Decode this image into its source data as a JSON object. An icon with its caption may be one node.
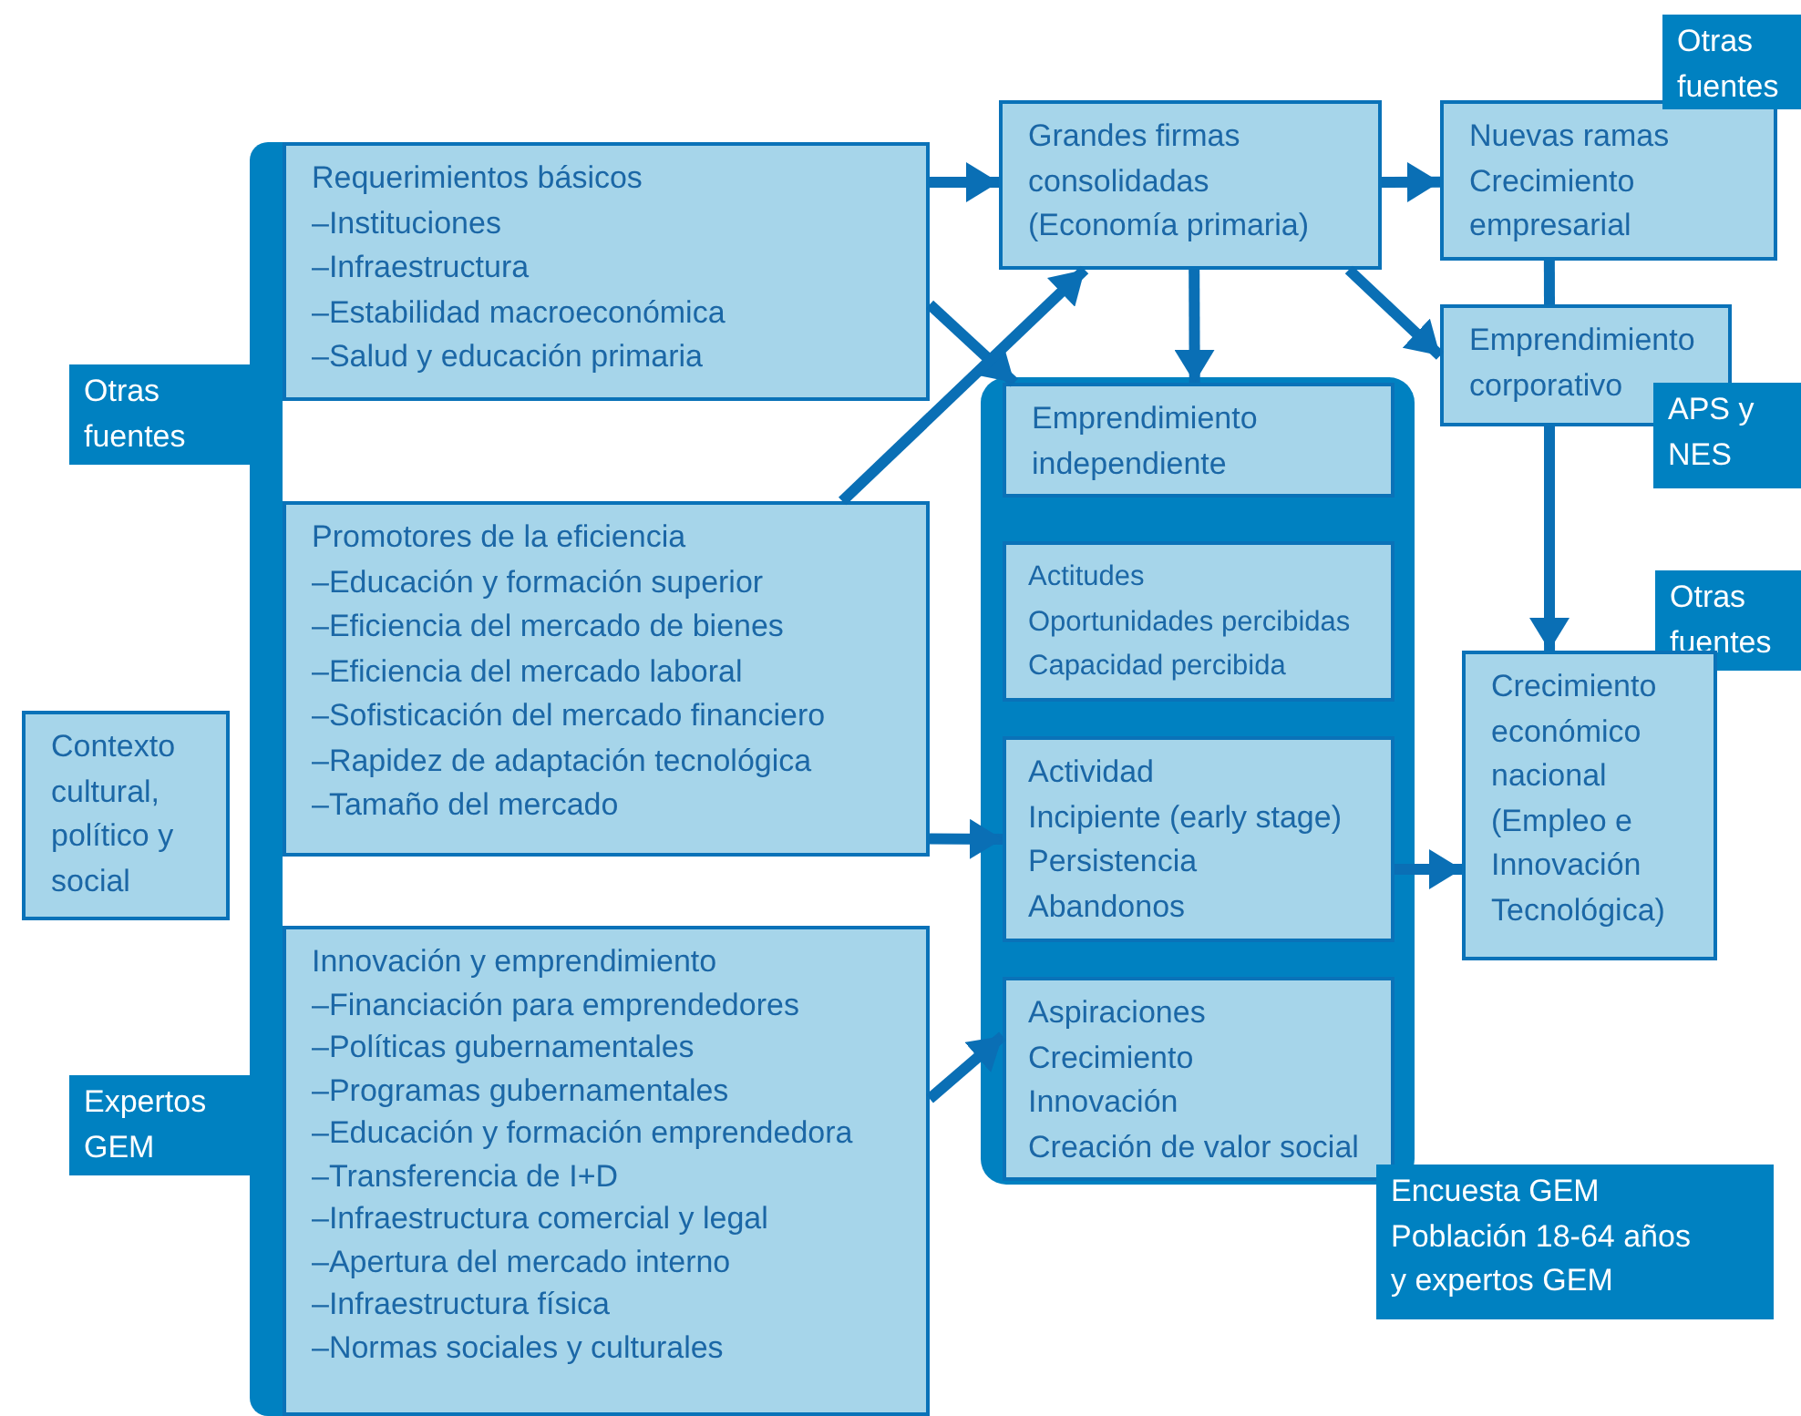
{
  "diagram": {
    "nodes": [
      {
        "text": [
          "Contexto cultural, político y social"
        ]
      },
      {
        "text": [
          "Otras fuentes"
        ]
      },
      {
        "text": [
          "Requerimientos básicos",
          "–Instituciones",
          "–Infraestructura",
          "–Estabilidad macroeconómica",
          "–Salud y educación primaria"
        ]
      },
      {
        "text": [
          "Promotores de la eficiencia",
          "–Educación y formación superior",
          "–Eficiencia del mercado de bienes",
          "–Eficiencia del mercado laboral",
          "–Sofisticación del mercado financiero",
          "–Rapidez de adaptación tecnológica",
          "–Tamaño del mercado"
        ]
      },
      {
        "text": [
          "Expertos GEM"
        ]
      },
      {
        "text": [
          "Innovación y emprendimiento",
          "–Financiación para emprendedores",
          "–Políticas gubernamentales",
          "–Programas gubernamentales",
          "–Educación y formación emprendedora",
          "–Transferencia de I+D",
          "–Infraestructura comercial y legal",
          "–Apertura del mercado interno",
          "–Infraestructura física",
          "–Normas sociales y culturales"
        ]
      },
      {
        "text": [
          "Grandes firmas consolidadas (Economía primaria)"
        ]
      },
      {
        "text": [
          "Nuevas ramas",
          "Crecimiento empresarial"
        ]
      },
      {
        "text": [
          "Otras fuentes"
        ]
      },
      {
        "text": [
          "Emprendimiento corporativo"
        ]
      },
      {
        "text": [
          "APS y NES"
        ]
      },
      {
        "text": [],
        "shape": "box"
      },
      {
        "text": [
          "Emprendimiento independiente"
        ],
        "in": 11
      },
      {
        "text": [
          "Actitudes",
          "Oportunidades percibidas",
          "Capacidad percibida"
        ],
        "in": 11
      },
      {
        "text": [
          "Actividad",
          "Incipiente (early stage)",
          "Persistencia",
          "Abandonos"
        ],
        "in": 11
      },
      {
        "text": [
          "Aspiraciones",
          "Crecimiento",
          "Innovación",
          "Creación de valor social"
        ],
        "in": 11
      },
      {
        "text": [
          "Otras fuentes"
        ]
      },
      {
        "text": [
          "Crecimiento económico nacional (Empleo e Innovación Tecnológica)"
        ]
      },
      {
        "text": [
          "Encuesta GEM",
          "Población 18-64 años",
          "y expertos GEM"
        ]
      },
      {
        "text": [],
        "shape": "bar"
      }
    ],
    "edges": [
      {
        "from": 2,
        "to": 6,
        "arrow": "to"
      },
      {
        "from": 2,
        "to": 12,
        "arrow": "to"
      },
      {
        "from": 3,
        "to": 6,
        "arrow": "to"
      },
      {
        "from": 3,
        "to": 14,
        "arrow": "to"
      },
      {
        "from": 5,
        "to": 15,
        "arrow": "to"
      },
      {
        "from": 6,
        "to": 7,
        "arrow": "to"
      },
      {
        "from": 6,
        "to": 12,
        "arrow": "to"
      },
      {
        "from": 6,
        "to": 9,
        "arrow": "to"
      },
      {
        "from": 7,
        "to": 9,
        "arrow": "none"
      },
      {
        "from": 9,
        "to": 17,
        "arrow": "to"
      },
      {
        "from": 14,
        "to": 17,
        "arrow": "to"
      }
    ]
  }
}
